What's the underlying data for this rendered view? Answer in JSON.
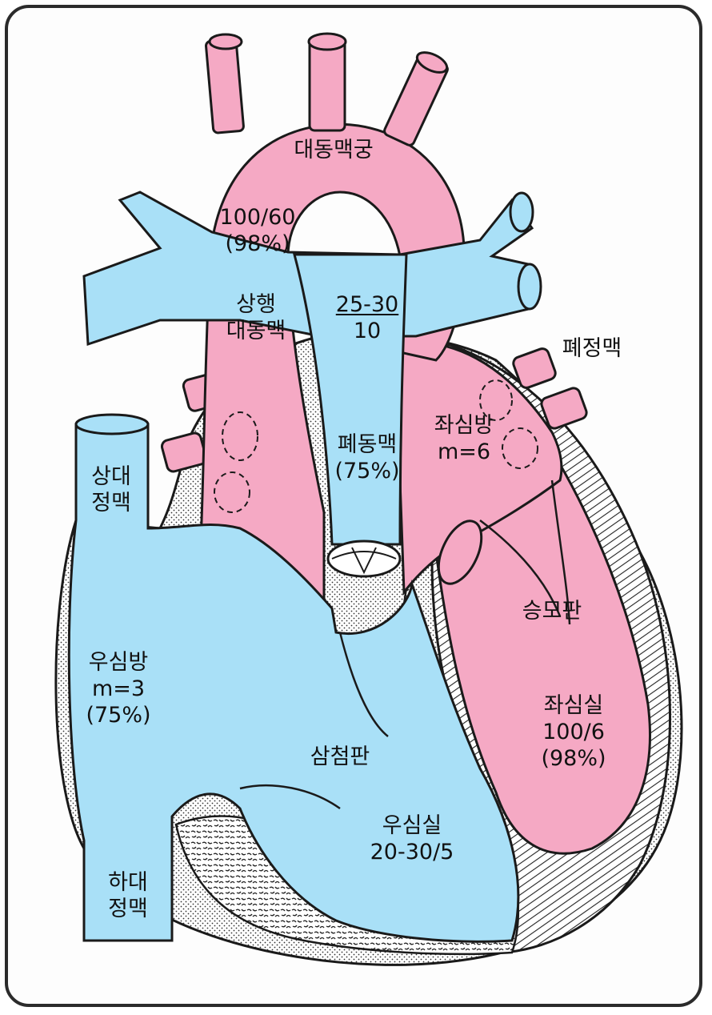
{
  "colors": {
    "oxygenated": "#f5a9c4",
    "deoxygenated": "#a9e0f7",
    "outline": "#1a1a1a",
    "frame": "#2b2b2b",
    "myocardium": "#ffffff"
  },
  "labels": {
    "aortic_arch": "대동맥궁",
    "aorta_pressure": "100/60",
    "aorta_sat": "(98%)",
    "ascending_aorta_1": "상행",
    "ascending_aorta_2": "대동맥",
    "pa_pressure_sys": "25-30",
    "pa_pressure_dia": "10",
    "pulmonary_veins": "폐정맥",
    "pulmonary_artery": "폐동맥",
    "pulmonary_artery_sat": "(75%)",
    "left_atrium": "좌심방",
    "left_atrium_pressure": "m=6",
    "svc_1": "상대",
    "svc_2": "정맥",
    "mitral_valve": "승모판",
    "right_atrium": "우심방",
    "right_atrium_pressure": "m=3",
    "right_atrium_sat": "(75%)",
    "left_ventricle": "좌심실",
    "left_ventricle_pressure": "100/6",
    "left_ventricle_sat": "(98%)",
    "tricuspid_valve": "삼첨판",
    "right_ventricle": "우심실",
    "right_ventricle_pressure": "20-30/5",
    "ivc_1": "하대",
    "ivc_2": "정맥"
  }
}
